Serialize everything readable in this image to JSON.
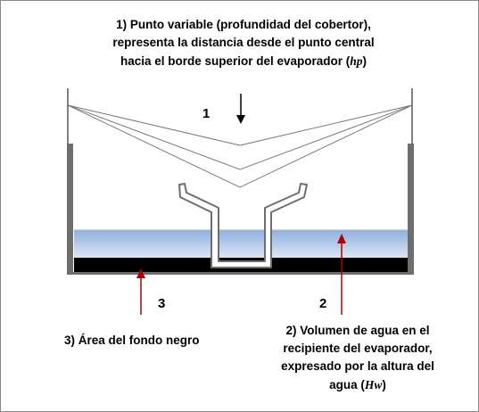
{
  "captions": {
    "c1": {
      "line1": "1) Punto variable (profundidad del cobertor),",
      "line2": "representa la distancia desde el punto central",
      "line3_pre": "hacia el borde superior del evaporador (",
      "line3_sym": "hp",
      "line3_post": ")"
    },
    "c2": {
      "line1": "2) Volumen de agua en el",
      "line2": "recipiente del evaporador,",
      "line3": "expresado por la altura del",
      "line4_pre": "agua (",
      "line4_sym": "Hw",
      "line4_post": ")"
    },
    "c3": {
      "line1": "3) Área del fondo negro"
    }
  },
  "markers": {
    "m1": "1",
    "m2": "2",
    "m3": "3"
  },
  "colors": {
    "water_top": "#8fb0dd",
    "water_bottom": "#dfe8f5",
    "black_bottom": "#000000",
    "pan_wall": "#6e6e6e",
    "arrow_red": "#b00000",
    "cover_lines": "#6e6e6e"
  }
}
